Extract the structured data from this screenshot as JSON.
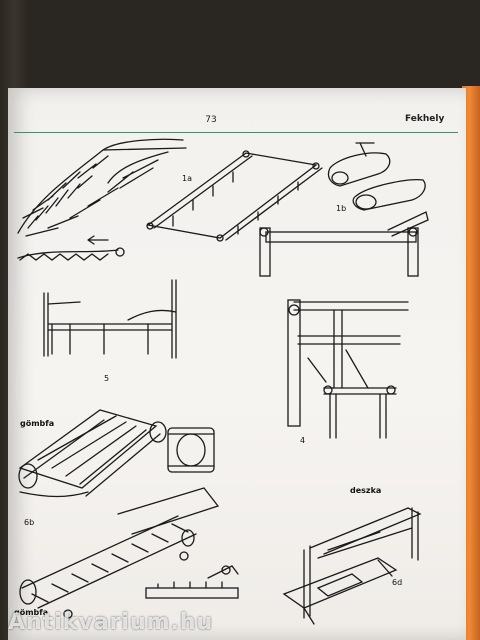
{
  "page": {
    "number": "73",
    "running_head": "Fekhely"
  },
  "figures": {
    "label_1a": "1a",
    "label_1b": "1b",
    "label_5": "5",
    "label_4": "4",
    "label_gombfa_top": "gömbfa",
    "label_6b": "6b",
    "label_gombfa_bottom": "gömbfa",
    "label_deszka": "deszka",
    "label_6d": "6d"
  },
  "watermark": {
    "text": "Antikvarium.hu"
  },
  "colors": {
    "page": "#f4f2ef",
    "ink": "#1a1a1a",
    "rule": "#3f8f6e",
    "book_edge": "#e8822f"
  }
}
